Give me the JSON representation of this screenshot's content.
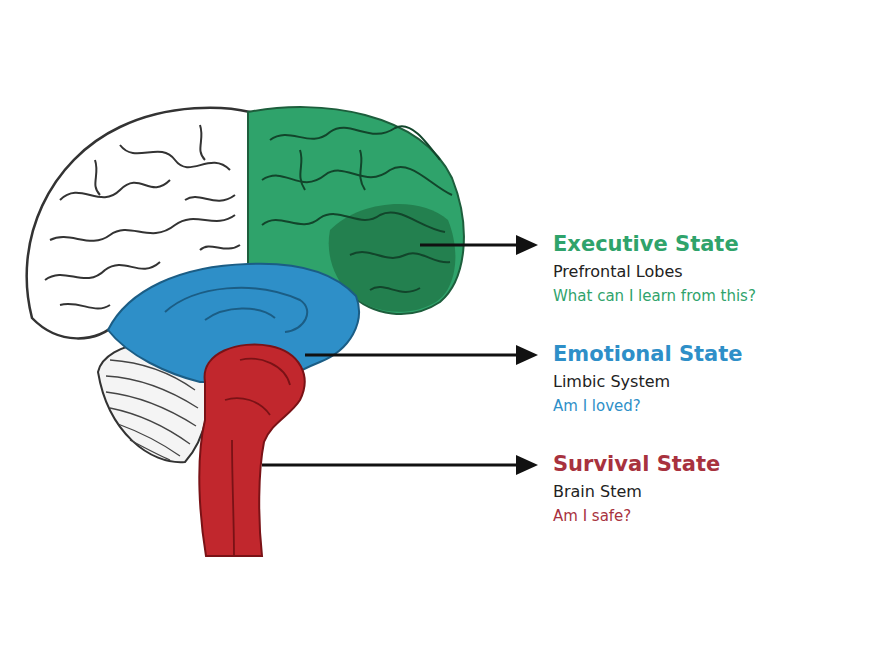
{
  "diagram": {
    "labels": [
      "Executive State",
      "Prefrontal Lobes",
      "What can I learn from this?",
      "Emotional State",
      "Limbic System",
      "Am I loved?",
      "Survival State",
      "Brain Stem",
      "Am I safe?"
    ]
  }
}
